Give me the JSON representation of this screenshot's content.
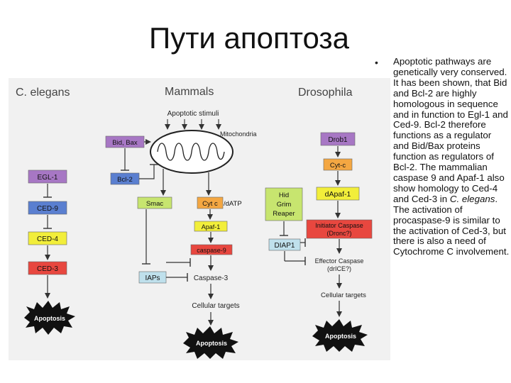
{
  "title": "Пути апоптоза",
  "text": {
    "bullet": "•",
    "part1": "Apoptotic pathways are genetically very conserved. It has been shown, that Bid and Bcl-2 are highly homologous in sequence and in function to Egl-1 and Ced-9. Bcl-2 therefore functions as a regulator and Bid/Bax proteins function as regulators of Bcl-2. The mammalian caspase 9 and Apaf-1 also show homology to Ced-4 and Ced-3 in ",
    "italic": "C. elegans",
    "part2": ". The activation of procaspase-9 is similar to the activation of Ced-3, but there is also a need of Cytochrome C involvement."
  },
  "diagram": {
    "headers": {
      "celegans": "C. elegans",
      "mammals": "Mammals",
      "drosophila": "Drosophila"
    },
    "celegans": {
      "egl1": "EGL-1",
      "ced9": "CED-9",
      "ced4": "CED-4",
      "ced3": "CED-3",
      "apoptosis": "Apoptosis"
    },
    "mammals": {
      "stimuli": "Apoptotic stimuli",
      "mitochondria": "Mitochondria",
      "bidbax": "Bid, Bax",
      "bcl2": "Bcl-2",
      "smac": "Smac",
      "cytc": "Cyt c",
      "datp": "/dATP",
      "apaf1": "Apaf-1",
      "caspase9": "caspase-9",
      "iaps": "IAPs",
      "caspase3": "Caspase-3",
      "targets": "Cellular targets",
      "apoptosis": "Apoptosis"
    },
    "drosophila": {
      "drob1": "Drob1",
      "cytc": "Cyt-c",
      "dapaf1": "dApaf-1",
      "hid": "Hid",
      "grim": "Grim",
      "reaper": "Reaper",
      "diap1": "DIAP1",
      "initiator1": "Initiator Caspase",
      "initiator2": "(Dronc?)",
      "effector1": "Effector Caspase",
      "effector2": "(drICE?)",
      "targets": "Cellular targets",
      "apoptosis": "Apoptosis"
    },
    "colors": {
      "purple": "#a777c4",
      "blue": "#5a7fd0",
      "yellow": "#f2ee3a",
      "red": "#e8473f",
      "orange": "#f4a742",
      "green": "#c7e56f",
      "lightblue": "#bfe0ec"
    }
  }
}
